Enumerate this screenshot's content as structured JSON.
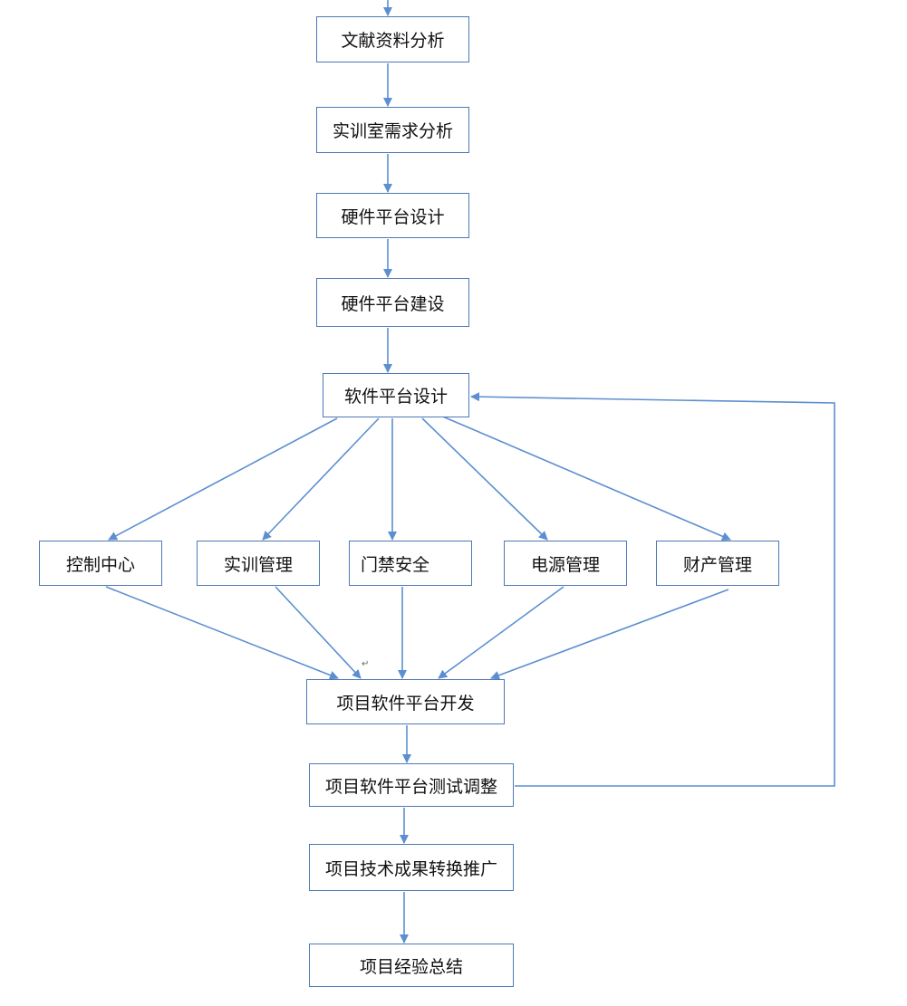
{
  "flow": {
    "literature_analysis": "文献资料分析",
    "lab_requirements": "实训室需求分析",
    "hardware_design": "硬件平台设计",
    "hardware_build": "硬件平台建设",
    "software_design": "软件平台设计",
    "modules": [
      "控制中心",
      "实训管理",
      "门禁安全",
      "电源管理",
      "财产管理"
    ],
    "platform_dev": "项目软件平台开发",
    "platform_test": "项目软件平台测试调整",
    "tech_transfer": "项目技术成果转换推广",
    "summary": "项目经验总结"
  },
  "colors": {
    "arrow": "#5b8fd0",
    "border": "#4e79b5"
  },
  "mark_glyph": "↵"
}
